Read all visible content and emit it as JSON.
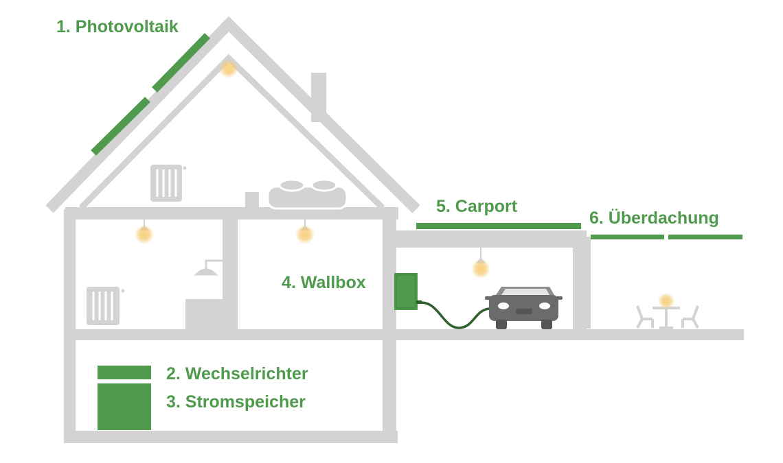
{
  "labels": {
    "photovoltaik": "1. Photovoltaik",
    "wechselrichter": "2. Wechselrichter",
    "stromspeicher": "3. Stromspeicher",
    "wallbox": "4. Wallbox",
    "carport": "5. Carport",
    "ueberdachung": "6. Überdachung"
  },
  "colors": {
    "accent_green": "#4f9a4d",
    "structure_gray": "#d3d3d3",
    "car_gray": "#6b6b6b",
    "lamp_glow": "#f3c466"
  }
}
